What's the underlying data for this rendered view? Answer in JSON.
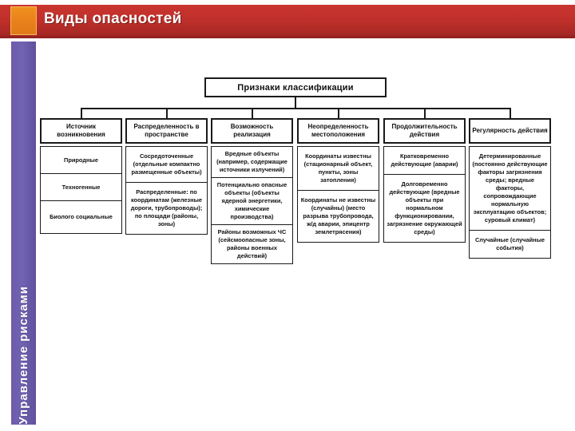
{
  "slide": {
    "title": "Виды опасностей",
    "sidebar_label": "Управление рисками",
    "colors": {
      "title_bar": "#c0302b",
      "accent_square": "#e8801b",
      "sidebar": "#6d5bab"
    }
  },
  "diagram": {
    "root": "Признаки классификации",
    "columns": [
      {
        "header": "Источник возникновения",
        "cells": [
          "Природные",
          "Техногенные",
          "Биолого социальные"
        ]
      },
      {
        "header": "Распределенность в пространстве",
        "cells": [
          "Сосредоточенные (отдельные компактно размещенные объекты)",
          "Распределенные: по координатам (железные дороги, трубопроводы); по площади (районы, зоны)"
        ]
      },
      {
        "header": "Возможность реализация",
        "cells": [
          "Вредные объекты (например, содержащие источники излучений)",
          "Потенциально опасные объекты (объекты ядерной энергетики, химические производства)",
          "Районы возможных ЧС (сейсмоопасные зоны, районы военных действий)"
        ]
      },
      {
        "header": "Неопределенность местоположения",
        "cells": [
          "Координаты известны (стационарный объект, пункты, зоны затопления)",
          "Координаты не известны (случайны) (место разрыва трубопровода, ж/д аварии, эпицентр землетрясения)"
        ]
      },
      {
        "header": "Продолжительность действия",
        "cells": [
          "Кратковременно действующие (аварии)",
          "Долговременно действующие (вредные объекты при нормальном функционировании, загрязнение окружающей среды)"
        ]
      },
      {
        "header": "Регулярность действия",
        "cells": [
          "Детерминированные (постоянно действующие факторы загрязнения среды; вредные факторы, сопровождающие нормальную эксплуатацию объектов; суровый климат)",
          "Случайные (случайные события)"
        ]
      }
    ]
  }
}
